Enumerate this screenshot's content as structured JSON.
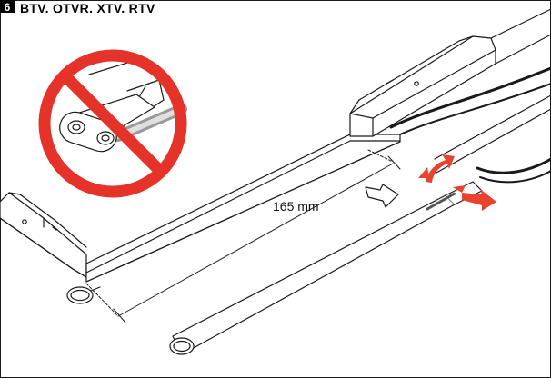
{
  "header": {
    "step_number": "6",
    "title": "BTV, QTVR, XTV, RTV"
  },
  "diagram": {
    "dimension_label": "165 mm"
  },
  "colors": {
    "warning_red": "#e63329",
    "arrow_red": "#e8432f",
    "line_color": "#1a1a1a",
    "shade_gray": "#cfcfcf"
  },
  "icons": {
    "prohibition": "prohibition-sign-icon",
    "direction_arrow": "direction-arrow-icon",
    "rotate_arrows": "rotate-arrows-icon"
  }
}
